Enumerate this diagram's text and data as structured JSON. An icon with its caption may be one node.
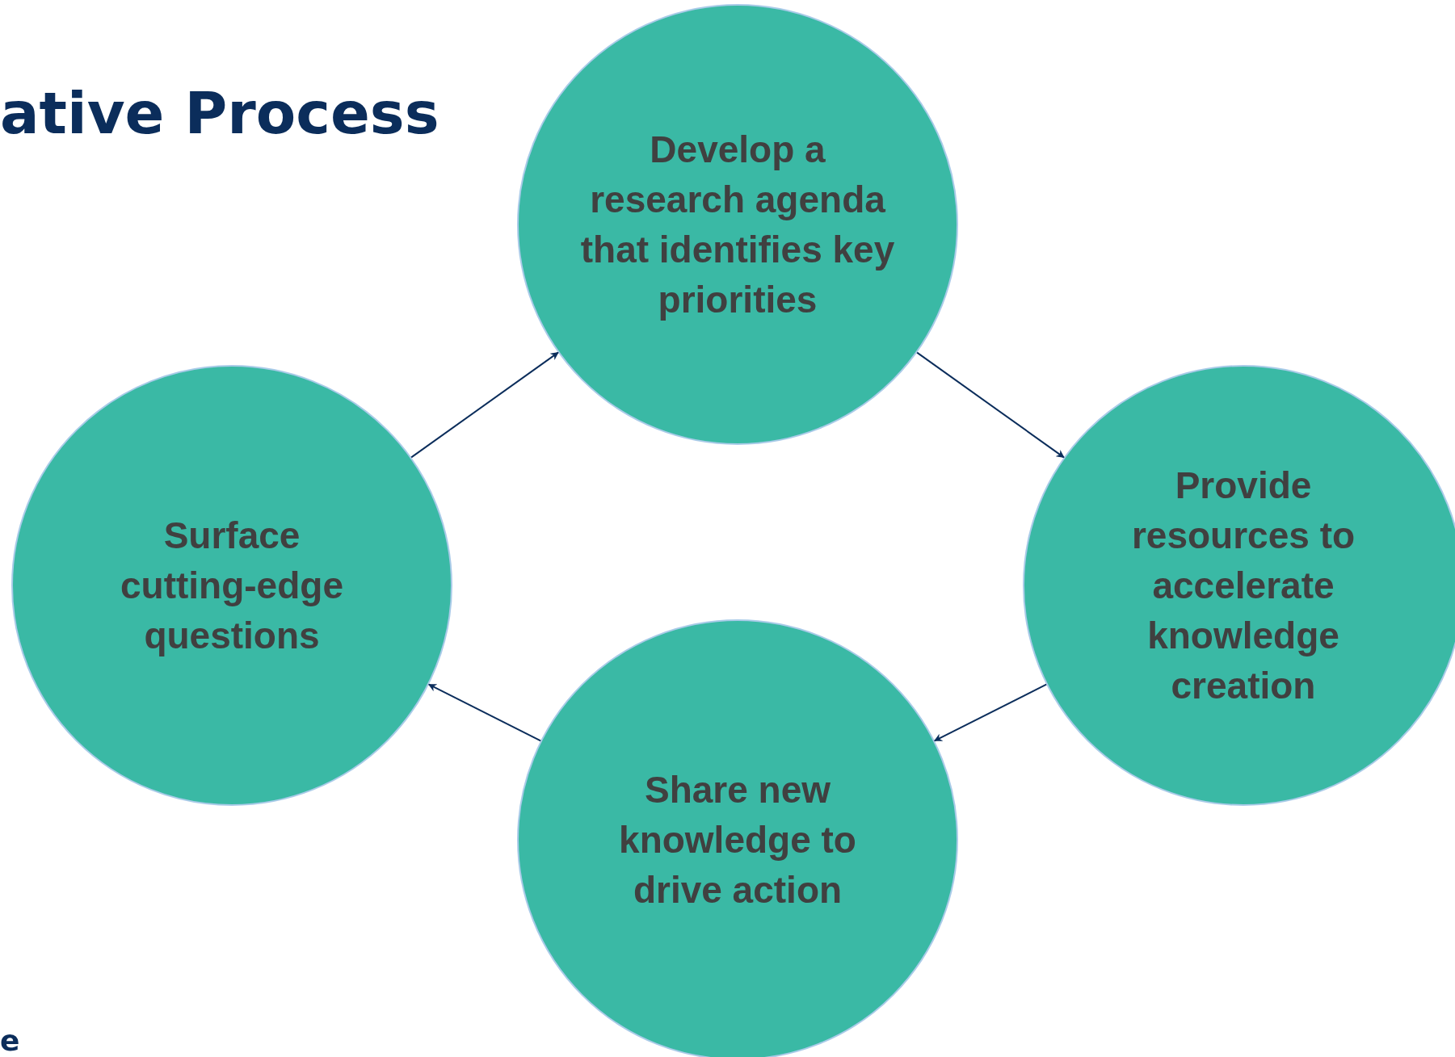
{
  "diagram": {
    "title": "ative Process",
    "nodes": [
      {
        "text": [
          "Develop a research agenda that identifies key priorities"
        ]
      },
      {
        "text": [
          "Provide resources to accelerate knowledge creation"
        ]
      },
      {
        "text": [
          "Share new knowledge to drive action"
        ]
      },
      {
        "text": [
          "Surface cutting-edge questions"
        ]
      }
    ],
    "edges": [
      {
        "from": 3,
        "to": 0,
        "arrow": "to"
      },
      {
        "from": 0,
        "to": 1,
        "arrow": "to"
      },
      {
        "from": 1,
        "to": 2,
        "arrow": "to"
      },
      {
        "from": 2,
        "to": 3,
        "arrow": "to"
      }
    ],
    "labels": [
      "e"
    ]
  }
}
